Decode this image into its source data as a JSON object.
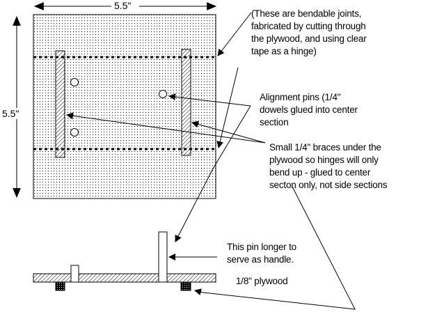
{
  "title": "Hinged plywood alignment jig",
  "colors": {
    "ink": "#000000",
    "paper": "#ffffff"
  },
  "dimensions": {
    "width_label": "5.5\"",
    "height_label": "5.5\""
  },
  "callouts": {
    "hinges": [
      "(These are bendable joints,",
      "fabricated by cutting through",
      "the plywood, and using clear",
      "tape as a hinge)"
    ],
    "pins": [
      "Alignment pins (1/4\"",
      "dowels glued into center",
      "section"
    ],
    "braces": [
      "Small 1/4\" braces under the",
      "plywood so hinges will only",
      "bend up - glued to center",
      "secton only, not side sections"
    ],
    "handle": [
      "This pin longer to",
      "serve as handle."
    ],
    "material": "1/8\" plywood"
  },
  "views": {
    "top": "top-view",
    "side": "side-view"
  }
}
